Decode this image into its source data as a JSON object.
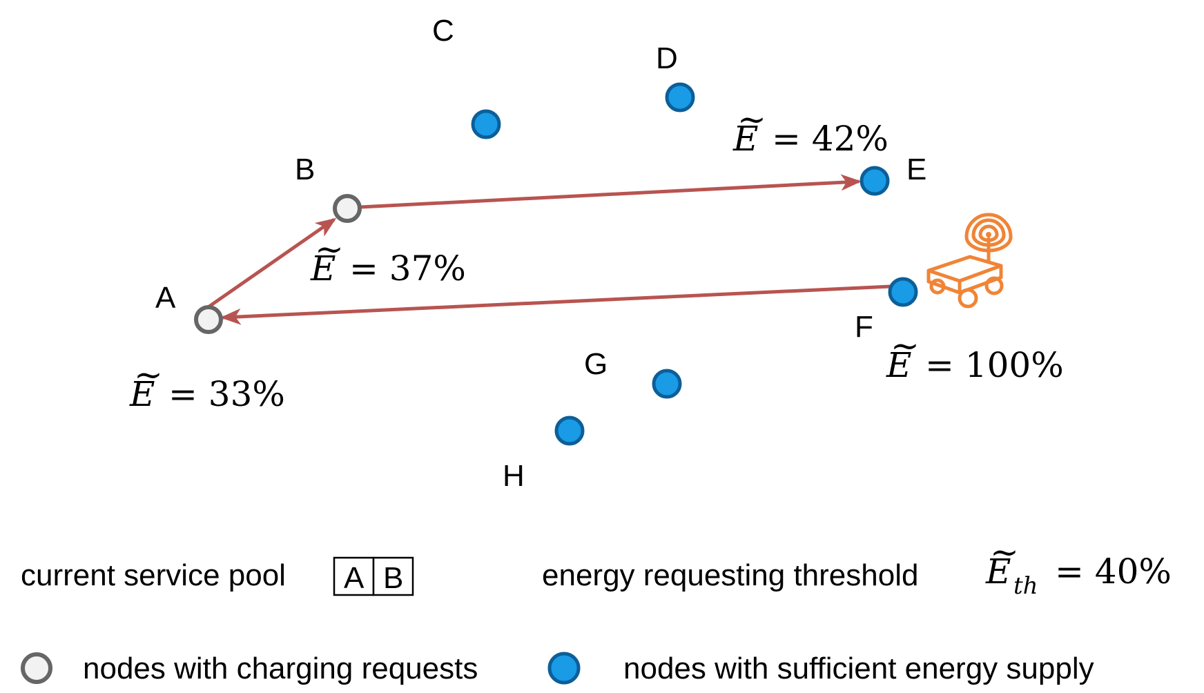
{
  "nodes": [
    {
      "id": "A",
      "label": "A",
      "type": "charging-request",
      "energy_text": "= 33%"
    },
    {
      "id": "B",
      "label": "B",
      "type": "charging-request",
      "energy_text": "= 37%"
    },
    {
      "id": "C",
      "label": "C",
      "type": "sufficient-energy",
      "energy_text": ""
    },
    {
      "id": "D",
      "label": "D",
      "type": "sufficient-energy",
      "energy_text": ""
    },
    {
      "id": "E",
      "label": "E",
      "type": "sufficient-energy",
      "energy_text": "= 42%"
    },
    {
      "id": "F",
      "label": "F",
      "type": "sufficient-energy",
      "energy_text": "= 100%"
    },
    {
      "id": "G",
      "label": "G",
      "type": "sufficient-energy",
      "energy_text": ""
    },
    {
      "id": "H",
      "label": "H",
      "type": "sufficient-energy",
      "energy_text": ""
    }
  ],
  "energy_symbol": "E",
  "tilde": "~",
  "edges": [
    {
      "from": "A",
      "to": "B"
    },
    {
      "from": "B",
      "to": "E"
    },
    {
      "from": "F",
      "to": "A"
    }
  ],
  "legend": {
    "service_pool_label": "current service pool",
    "service_pool_items": [
      "A",
      "B"
    ],
    "threshold_label": "energy requesting threshold",
    "threshold_subscript": "th",
    "threshold_value": "= 40%",
    "charging_label": "nodes with charging requests",
    "sufficient_label": "nodes with sufficient energy supply"
  },
  "colors": {
    "charging_fill": "#f2f2f2",
    "charging_stroke": "#666666",
    "sufficient_fill": "#1a9be6",
    "sufficient_stroke": "#0c5f99",
    "arrow": "#b85450",
    "vehicle": "#f08436"
  },
  "icons": {
    "vehicle": "mobile-charger-robot-icon"
  }
}
